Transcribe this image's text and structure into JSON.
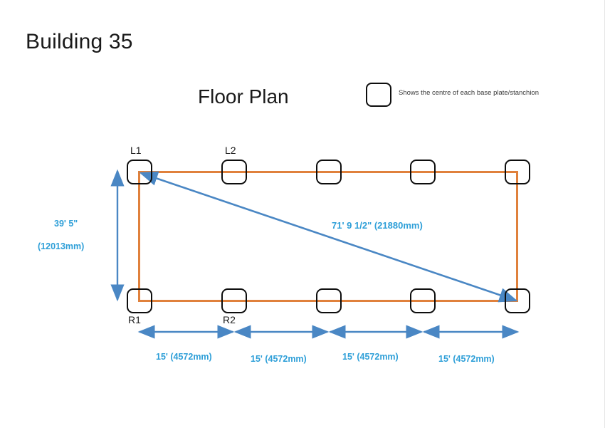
{
  "slide": {
    "building_title": "Building 35",
    "plan_title": "Floor Plan",
    "background_color": "#ffffff"
  },
  "legend": {
    "icon": "rounded-square-icon",
    "caption": "Shows the centre of each base plate/stanchion"
  },
  "colors": {
    "outline_orange": "#e0813c",
    "dimension_blue": "#4a87c4",
    "dimension_text_blue": "#2e9fd8",
    "node_stroke": "#0d0d0d",
    "title_text": "#1a1a1a"
  },
  "nodes": {
    "top_row_labels": [
      "L1",
      "L2"
    ],
    "bottom_row_labels": [
      "R1",
      "R2"
    ],
    "columns": 5,
    "rows": 2
  },
  "dimensions": {
    "vertical": {
      "feet": "39' 5\"",
      "metric": "(12013mm)"
    },
    "diagonal": "71' 9 1/2\"  (21880mm)",
    "horizontal_segments": [
      "15' (4572mm)",
      "15' (4572mm)",
      "15' (4572mm)",
      "15' (4572mm)"
    ]
  }
}
